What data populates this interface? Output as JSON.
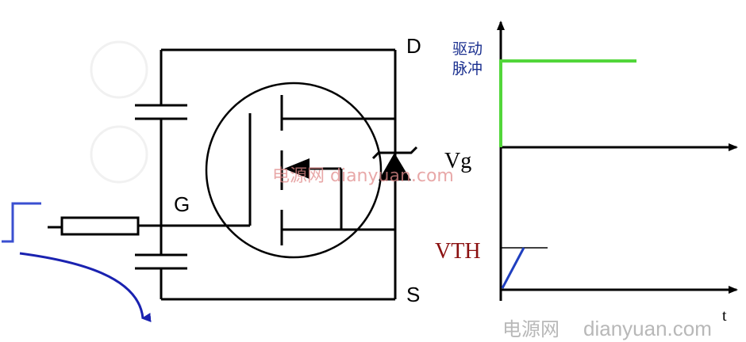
{
  "labels": {
    "drain": "D",
    "gate": "G",
    "source": "S",
    "drive_pulse_line1": "驱动",
    "drive_pulse_line2": "脉冲",
    "vg": "Vg",
    "vth": "VTH",
    "time_axis": "t"
  },
  "watermarks": {
    "center": "电源网 dianyuan.com",
    "corner_cn": "电源网",
    "corner_en": "dianyuan.com"
  },
  "colors": {
    "line": "#000000",
    "pulse": "#52d63a",
    "vg_ramp": "#1f3fbf",
    "current_arrow": "#1a22b0",
    "input_step": "#3a4fd0",
    "vth_text": "#8b1010",
    "drive_text": "#1a2f8f",
    "watermark": "#e08b8b",
    "watermark_corner": "#b8b8b8"
  }
}
